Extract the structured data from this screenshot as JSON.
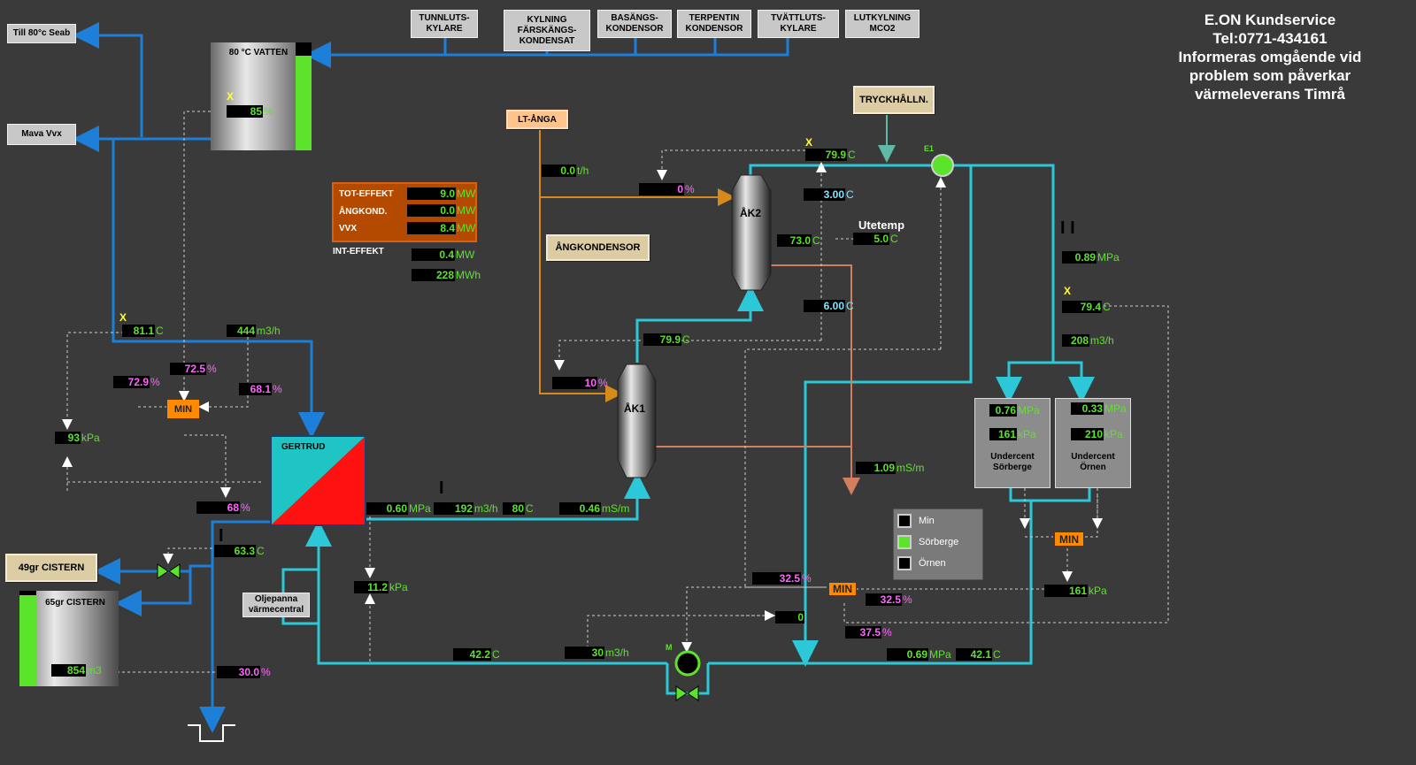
{
  "header": {
    "line1": "E.ON Kundservice",
    "line2": "Tel:0771-434161",
    "line3": "Informeras omgående vid",
    "line4": "problem som påverkar",
    "line5": "värmeleverans Timrå"
  },
  "top_boxes": [
    "TUNNLUTS-\nKYLARE",
    "KYLNING\nFÄRSKÄNGS-\nKONDENSAT",
    "BASÄNGS-\nKONDENSOR",
    "TERPENTIN\nKONDENSOR",
    "TVÄTTLUTS-\nKYLARE",
    "LUTKYLNING\nMCO2"
  ],
  "left_boxes": {
    "till80": "Till 80°c Seab",
    "mava": "Mava Vvx",
    "cistern49": "49gr CISTERN",
    "oljepanna": "Oljepanna\nvärmecentral"
  },
  "tank80": {
    "label": "80 °C\nVATTEN",
    "level_value": "85",
    "level_unit": "%",
    "x": "X",
    "level_pct": 88
  },
  "tank65": {
    "label": "65gr\nCISTERN",
    "value": "854",
    "unit": "m3",
    "level_pct": 95
  },
  "tan_boxes": {
    "lt_anga": "LT-ÅNGA",
    "angkondensor": "ÅNGKONDENSOR",
    "tryckhalln": "TRYCKHÅLLN."
  },
  "effect": {
    "rows": [
      {
        "label": "TOT-EFFEKT",
        "value": "9.0",
        "unit": "MW"
      },
      {
        "label": "ÅNGKOND.",
        "value": "0.0",
        "unit": "MW"
      },
      {
        "label": "VVX",
        "value": "8.4",
        "unit": "MW"
      }
    ],
    "int_label": "INT-EFFEKT",
    "int_mw": "0.4",
    "int_mw_unit": "MW",
    "int_mwh": "228",
    "int_mwh_unit": "MWh"
  },
  "labels": {
    "gertrud": "GERTRUD",
    "ak1": "ÅK1",
    "ak2": "ÅK2",
    "utetemp": "Utetemp",
    "e1": "E1",
    "m": "M",
    "ii": "I I",
    "i1": "I",
    "i2": "I"
  },
  "min_labels": [
    "MIN",
    "MIN",
    "MIN"
  ],
  "values": {
    "lt_flow": {
      "n": "0.0",
      "u": "t/h"
    },
    "ak2_valve": {
      "n": "0",
      "u": "%"
    },
    "e1_temp": {
      "n": "79.9",
      "u": "C"
    },
    "ak2_in_temp": {
      "n": "3.00",
      "u": "C"
    },
    "ak2_temp": {
      "n": "73.0",
      "u": "C"
    },
    "utetemp": {
      "n": "5.0",
      "u": "C"
    },
    "setp6": {
      "n": "6.00",
      "u": "C"
    },
    "ak1_out": {
      "n": "79.9",
      "u": "C"
    },
    "ak1_valve": {
      "n": "10",
      "u": "%"
    },
    "gert_temp": {
      "n": "81.1",
      "u": "C"
    },
    "gert_flow": {
      "n": "444",
      "u": "m3/h"
    },
    "pct725": {
      "n": "72.5",
      "u": "%"
    },
    "pct729": {
      "n": "72.9",
      "u": "%"
    },
    "pct681": {
      "n": "68.1",
      "u": "%"
    },
    "kpa93": {
      "n": "93",
      "u": "kPa"
    },
    "pct68": {
      "n": "68",
      "u": "%"
    },
    "temp633": {
      "n": "63.3",
      "u": "C"
    },
    "mpa060": {
      "n": "0.60",
      "u": "MPa"
    },
    "flow192": {
      "n": "192",
      "u": "m3/h"
    },
    "temp80": {
      "n": "80",
      "u": "C"
    },
    "ms046": {
      "n": "0.46",
      "u": "mS/m"
    },
    "kpa112": {
      "n": "11.2",
      "u": "kPa"
    },
    "ms109": {
      "n": "1.09",
      "u": "mS/m"
    },
    "pct300": {
      "n": "30.0",
      "u": "%"
    },
    "temp422": {
      "n": "42.2",
      "u": "C"
    },
    "flow30": {
      "n": "30",
      "u": "m3/h"
    },
    "pct325a": {
      "n": "32.5",
      "u": "%"
    },
    "pct325b": {
      "n": "32.5",
      "u": "%"
    },
    "pct375": {
      "n": "37.5",
      "u": "%"
    },
    "zero": {
      "n": "0",
      "u": ""
    },
    "mpa069": {
      "n": "0.69",
      "u": "MPa"
    },
    "temp421": {
      "n": "42.1",
      "u": "C"
    },
    "mpa089": {
      "n": "0.89",
      "u": "MPa"
    },
    "temp794": {
      "n": "79.4",
      "u": "C"
    },
    "flow208": {
      "n": "208",
      "u": "m3/h"
    },
    "sor_mpa": {
      "n": "0.76",
      "u": "MPa"
    },
    "sor_kpa": {
      "n": "161",
      "u": "kPa"
    },
    "orn_mpa": {
      "n": "0.33",
      "u": "MPa"
    },
    "orn_kpa": {
      "n": "210",
      "u": "kPa"
    },
    "kpa161": {
      "n": "161",
      "u": "kPa"
    }
  },
  "undercent": {
    "sorberge": "Undercent\nSörberge",
    "ornen": "Undercent\nÖrnen"
  },
  "legend": [
    {
      "label": "Min",
      "color": "#000000"
    },
    {
      "label": "Sörberge",
      "color": "#5ce32b"
    },
    {
      "label": "Örnen",
      "color": "#000000"
    }
  ],
  "colors": {
    "blue_pipe": "#1e7fd8",
    "cyan_pipe": "#2cc8d8",
    "orange_pipe": "#d68a1a",
    "salmon_pipe": "#d08060",
    "green_value": "#5ce32b",
    "magenta_value": "#ff66ff"
  }
}
